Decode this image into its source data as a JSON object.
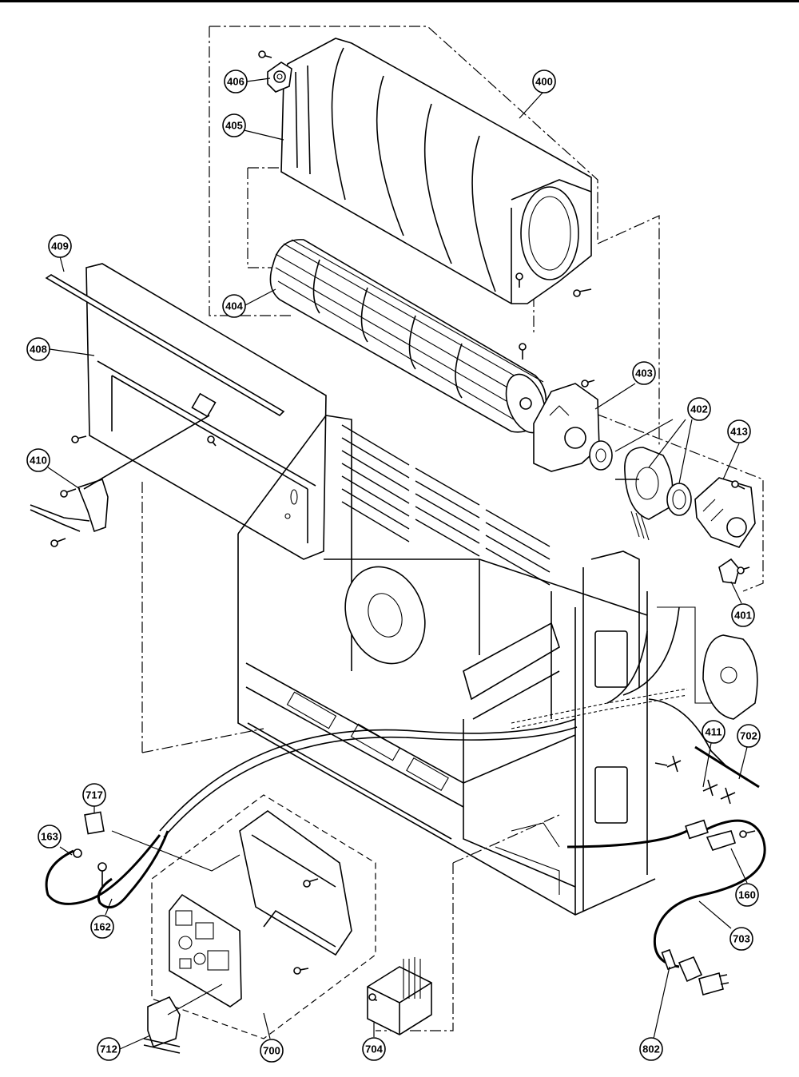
{
  "parts": [
    {
      "id": "p400",
      "label": "400"
    },
    {
      "id": "p401",
      "label": "401"
    },
    {
      "id": "p402",
      "label": "402"
    },
    {
      "id": "p403",
      "label": "403"
    },
    {
      "id": "p404",
      "label": "404"
    },
    {
      "id": "p405",
      "label": "405"
    },
    {
      "id": "p406",
      "label": "406"
    },
    {
      "id": "p408",
      "label": "408"
    },
    {
      "id": "p409",
      "label": "409"
    },
    {
      "id": "p410",
      "label": "410"
    },
    {
      "id": "p411",
      "label": "411"
    },
    {
      "id": "p413",
      "label": "413"
    },
    {
      "id": "p160",
      "label": "160"
    },
    {
      "id": "p162",
      "label": "162"
    },
    {
      "id": "p163",
      "label": "163"
    },
    {
      "id": "p700",
      "label": "700"
    },
    {
      "id": "p702",
      "label": "702"
    },
    {
      "id": "p703",
      "label": "703"
    },
    {
      "id": "p704",
      "label": "704"
    },
    {
      "id": "p712",
      "label": "712"
    },
    {
      "id": "p717",
      "label": "717"
    },
    {
      "id": "p802",
      "label": "802"
    }
  ]
}
